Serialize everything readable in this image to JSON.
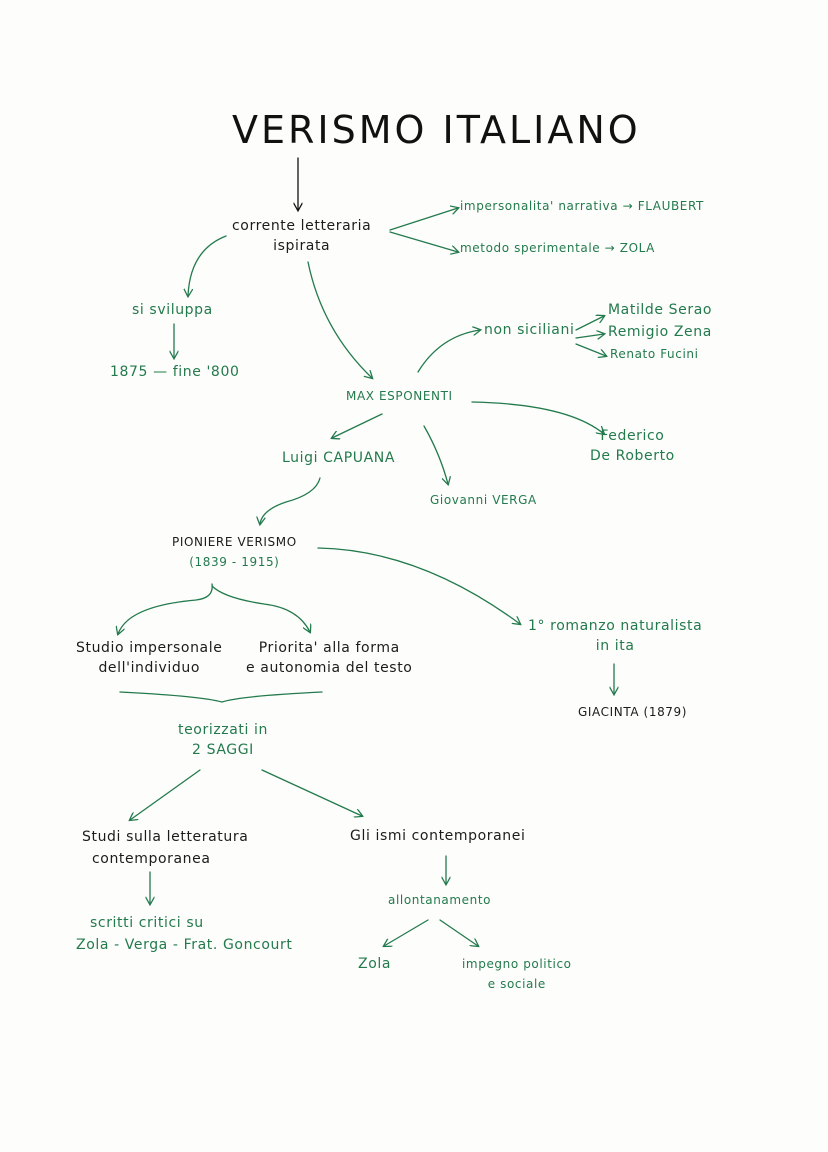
{
  "title": "VERISMO ITALIANO",
  "colors": {
    "ink": "#237a4c",
    "title": "#111111",
    "dark_note": "#1c1c1c"
  },
  "nodes": {
    "corrente": [
      "corrente letteraria",
      "ispirata"
    ],
    "impersonalita": "impersonalita' narrativa → FLAUBERT",
    "metodo": "metodo sperimentale → ZOLA",
    "si_sviluppa": "si sviluppa",
    "periodo": "1875 — fine '800",
    "max_esponenti": "MAX ESPONENTI",
    "non_siciliani": "non siciliani",
    "non_siciliani_list": [
      "Matilde Serao",
      "Remigio Zena",
      "Renato Fucini"
    ],
    "capuana": "Luigi CAPUANA",
    "verga": "Giovanni VERGA",
    "de_roberto": [
      "Federico",
      "De Roberto"
    ],
    "pioniere": [
      "PIONIERE VERISMO",
      "(1839 - 1915)"
    ],
    "romanzo": [
      "1° romanzo naturalista",
      "in ita"
    ],
    "giacinta": "GIACINTA (1879)",
    "studio": [
      "Studio impersonale",
      "dell'individuo"
    ],
    "priorita": [
      "Priorita' alla forma",
      "e autonomia del testo"
    ],
    "teorizzati": [
      "teorizzati in",
      "2 SAGGI"
    ],
    "studi": [
      "Studi sulla letteratura",
      "contemporanea"
    ],
    "ismi": "Gli ismi contemporanei",
    "scritti": [
      "scritti critici su",
      "Zola - Verga - Frat. Goncourt"
    ],
    "allontanamento": "allontanamento",
    "zola": "Zola",
    "impegno": [
      "impegno politico",
      "e sociale"
    ]
  }
}
